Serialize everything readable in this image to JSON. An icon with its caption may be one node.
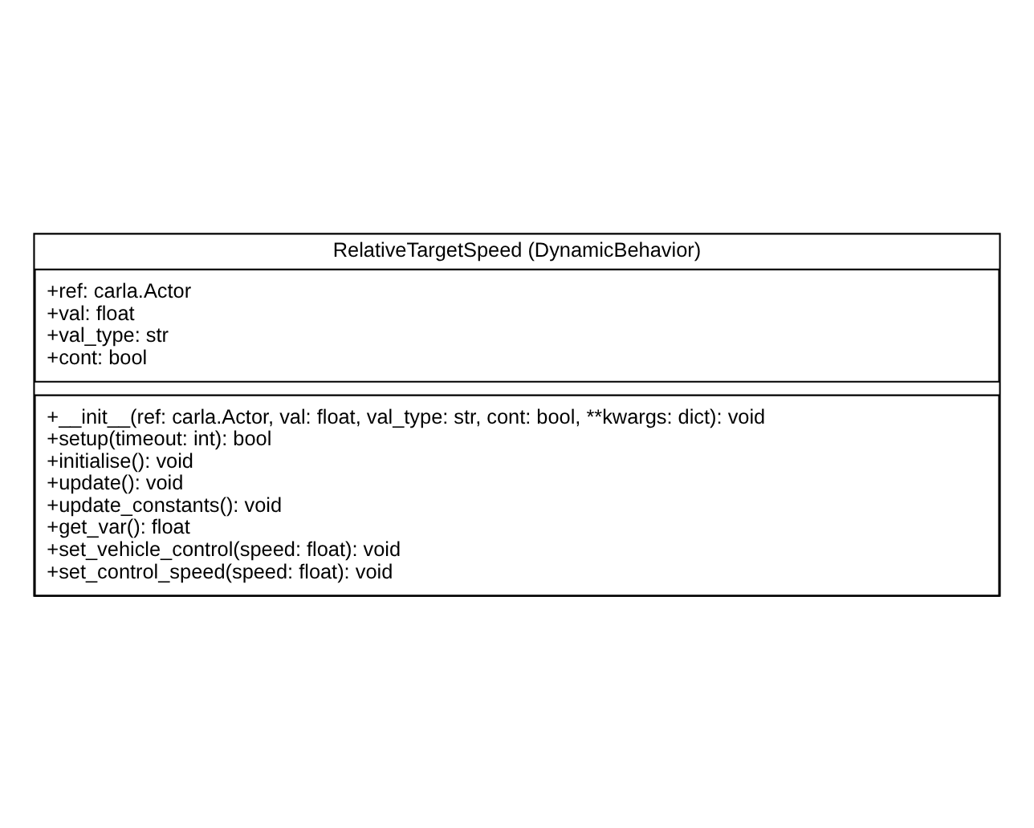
{
  "diagram": {
    "nodes": [
      {
        "text": [
          "RelativeTargetSpeed (DynamicBehavior)"
        ]
      },
      {
        "text": [
          "+ref: carla.Actor",
          "+val: float",
          "+val_type: str",
          "+cont: bool"
        ],
        "in": 0
      },
      {
        "text": [
          "+__init__(ref: carla.Actor, val: float, val_type: str, cont: bool, **kwargs: dict): void",
          "+setup(timeout: int): bool",
          "+initialise(): void",
          "+update(): void",
          "+update_constants(): void",
          "+get_var(): float",
          "+set_vehicle_control(speed: float): void",
          "+set_control_speed(speed: float): void"
        ],
        "in": 0
      }
    ],
    "edges": []
  }
}
